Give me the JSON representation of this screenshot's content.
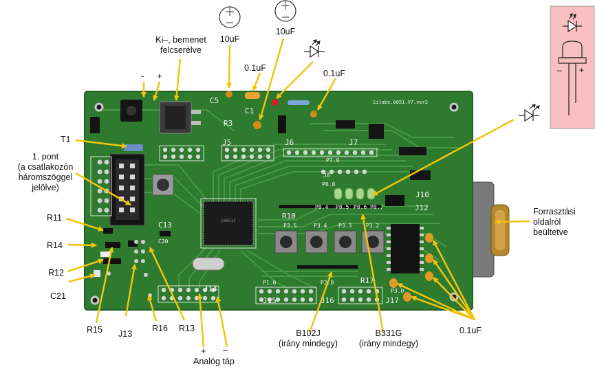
{
  "labels": {
    "swapped_input": [
      "Ki–, bemenet",
      "felcserélve"
    ],
    "minus": "-",
    "plus": "+",
    "cap_10uF_1": "10uF",
    "cap_10uF_2": "10uF",
    "cap_01uF_1": "0.1uF",
    "cap_01uF_2": "0.1uF",
    "cap_01uF_group": "0.1uF",
    "t1": "T1",
    "pin1": [
      "1. pont",
      "(a csatlakozón",
      "háromszöggel",
      "jelölve)"
    ],
    "r11": "R11",
    "r14": "R14",
    "r12": "R12",
    "c21": "C21",
    "r15": "R15",
    "j13": "J13",
    "r16": "R16",
    "r13": "R13",
    "analog_plus": "+",
    "analog_minus": "–",
    "analog_supply": "Analóg táp",
    "b102j": [
      "B102J",
      "(irány mindegy)"
    ],
    "b331g": [
      "B331G",
      "(irány mindegy)"
    ],
    "solder_side": [
      "Forrasztási",
      "oldalról",
      "beültetve"
    ],
    "led_panel_minus": "–",
    "led_panel_plus": "+"
  },
  "silkscreen": {
    "j5": "J5",
    "j6": "J6",
    "j7": "J7",
    "j8": "J8",
    "j10": "J10",
    "j12": "J12",
    "j14": "J14",
    "j15": "J15",
    "j16": "J16",
    "j17": "J17",
    "r3": "R3",
    "r10": "R10",
    "r17": "R17",
    "c1": "C1",
    "c5": "C5",
    "c13": "C13",
    "c20": "C20",
    "p00": "P0.0",
    "p04": "P0.4",
    "p05": "P0.5",
    "p06": "P0.6",
    "p07": "P0.7",
    "p35": "P3.5",
    "p34": "P3.4",
    "p33": "P3.3",
    "p32": "P3.2",
    "p70": "P7.0",
    "p10": "P1.0",
    "p20": "P2.0",
    "p30": "P3.0",
    "version": "Silabs.8051.V7.ver2"
  },
  "colors": {
    "pcb": "#2e7a2e",
    "trace": "#4aa04a",
    "arrow": "#f2c40c",
    "panel": "#f8c0c0",
    "silk": "#f4f4f4"
  }
}
